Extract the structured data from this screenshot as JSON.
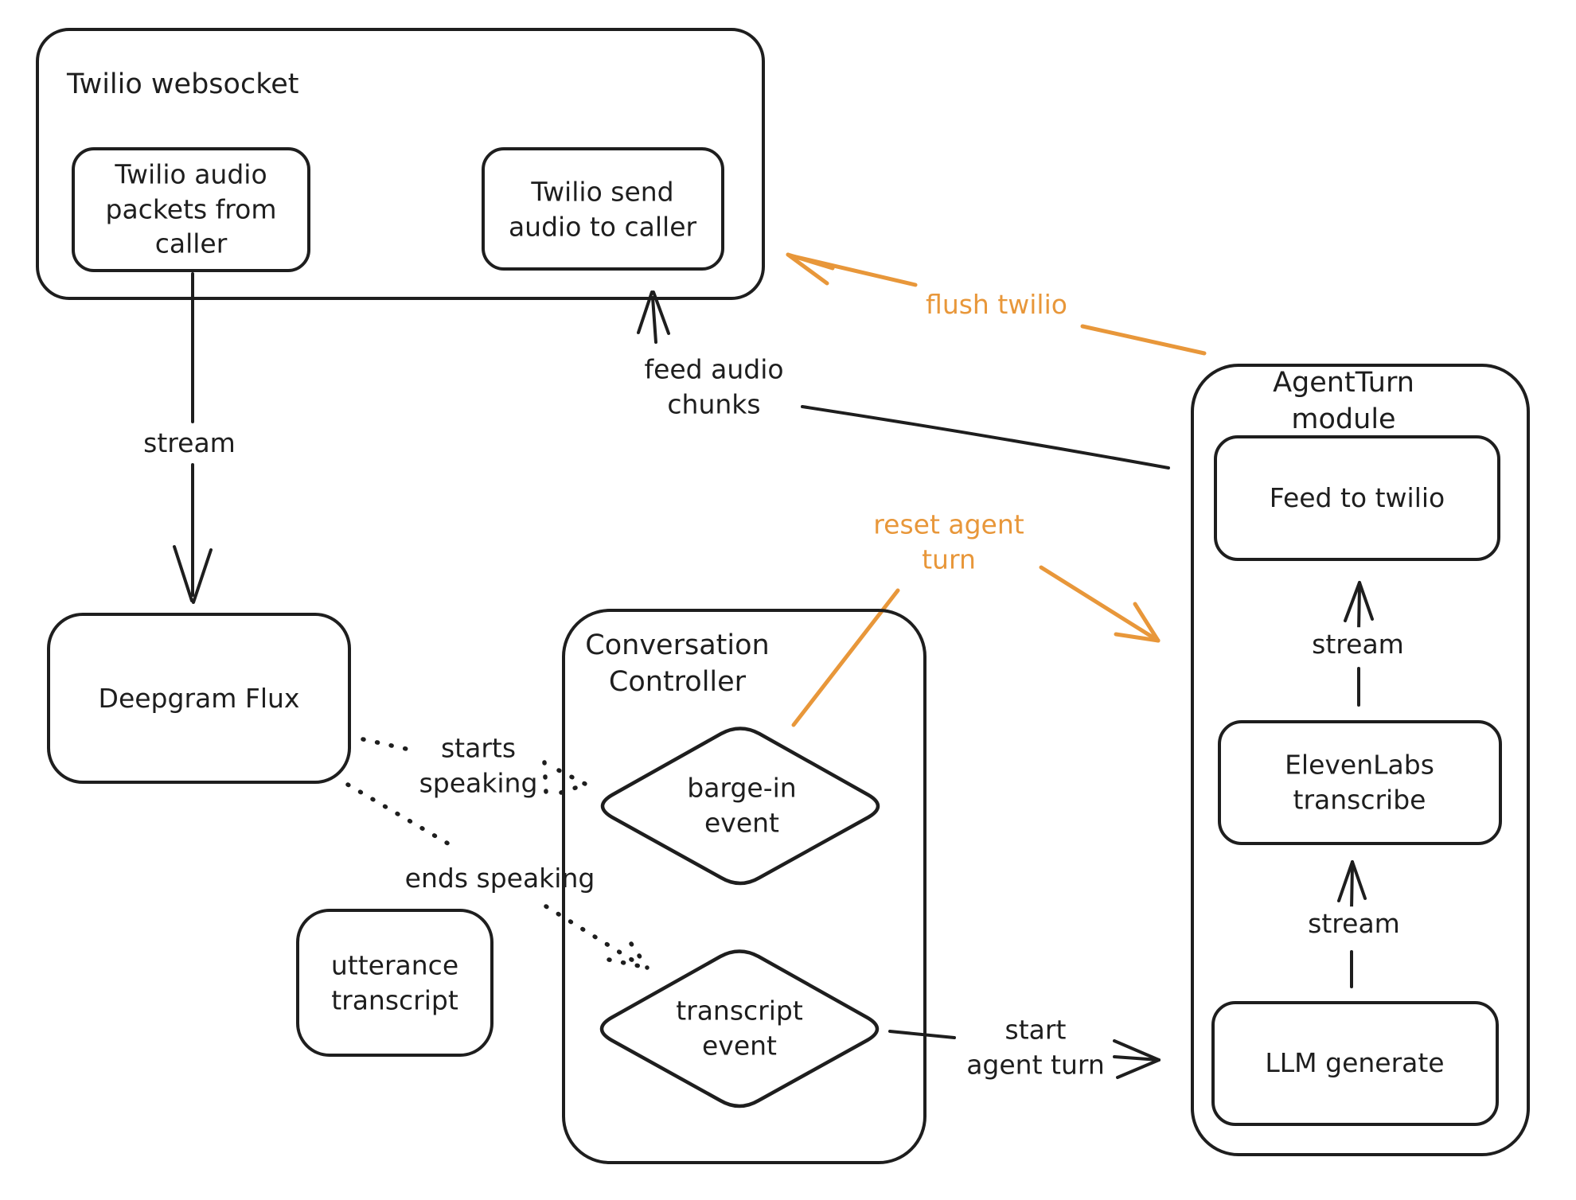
{
  "colors": {
    "ink": "#1e1e1e",
    "accent": "#e8973a",
    "bg": "#ffffff"
  },
  "containers": {
    "twilio_websocket": {
      "title": "Twilio websocket"
    },
    "conversation_controller": {
      "title": "Conversation\nController"
    },
    "agent_turn": {
      "title": "AgentTurn module"
    }
  },
  "nodes": {
    "twilio_audio_packets": {
      "label": "Twilio audio\npackets from\ncaller"
    },
    "twilio_send_audio": {
      "label": "Twilio send\naudio to caller"
    },
    "deepgram_flux": {
      "label": "Deepgram Flux"
    },
    "utterance_transcript": {
      "label": "utterance\ntranscript"
    },
    "barge_in_event": {
      "label": "barge-in\nevent"
    },
    "transcript_event": {
      "label": "transcript\nevent"
    },
    "feed_to_twilio": {
      "label": "Feed to twilio"
    },
    "elevenlabs_transcribe": {
      "label": "ElevenLabs\ntranscribe"
    },
    "llm_generate": {
      "label": "LLM generate"
    }
  },
  "edges": {
    "stream_caller": {
      "label": "stream"
    },
    "feed_audio_chunks": {
      "label": "feed audio\nchunks"
    },
    "flush_twilio": {
      "label": "flush twilio"
    },
    "reset_agent_turn": {
      "label": "reset agent\nturn"
    },
    "starts_speaking": {
      "label": "starts\nspeaking"
    },
    "ends_speaking": {
      "label": "ends speaking"
    },
    "start_agent_turn": {
      "label": "start\nagent turn"
    },
    "stream_tts_to_feed": {
      "label": "stream"
    },
    "stream_llm_to_tts": {
      "label": "stream"
    }
  }
}
